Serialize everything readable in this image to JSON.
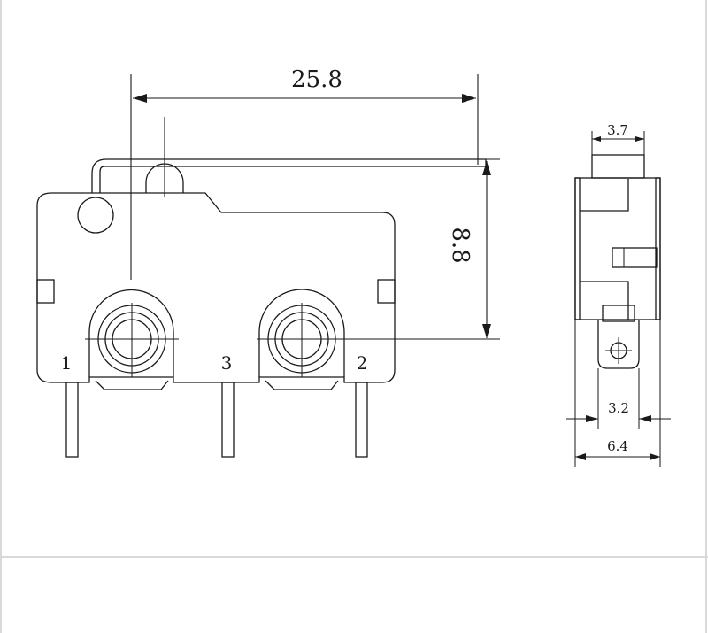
{
  "dimensions": {
    "overall_length": "25.8",
    "height": "8.8",
    "top_width": "3.7",
    "terminal_width": "3.2",
    "body_width": "6.4"
  },
  "pins": {
    "pin1": "1",
    "pin3": "3",
    "pin2": "2"
  },
  "colors": {
    "line": "#1a1a1a",
    "background": "#ffffff",
    "frame": "#d9d9d9"
  }
}
